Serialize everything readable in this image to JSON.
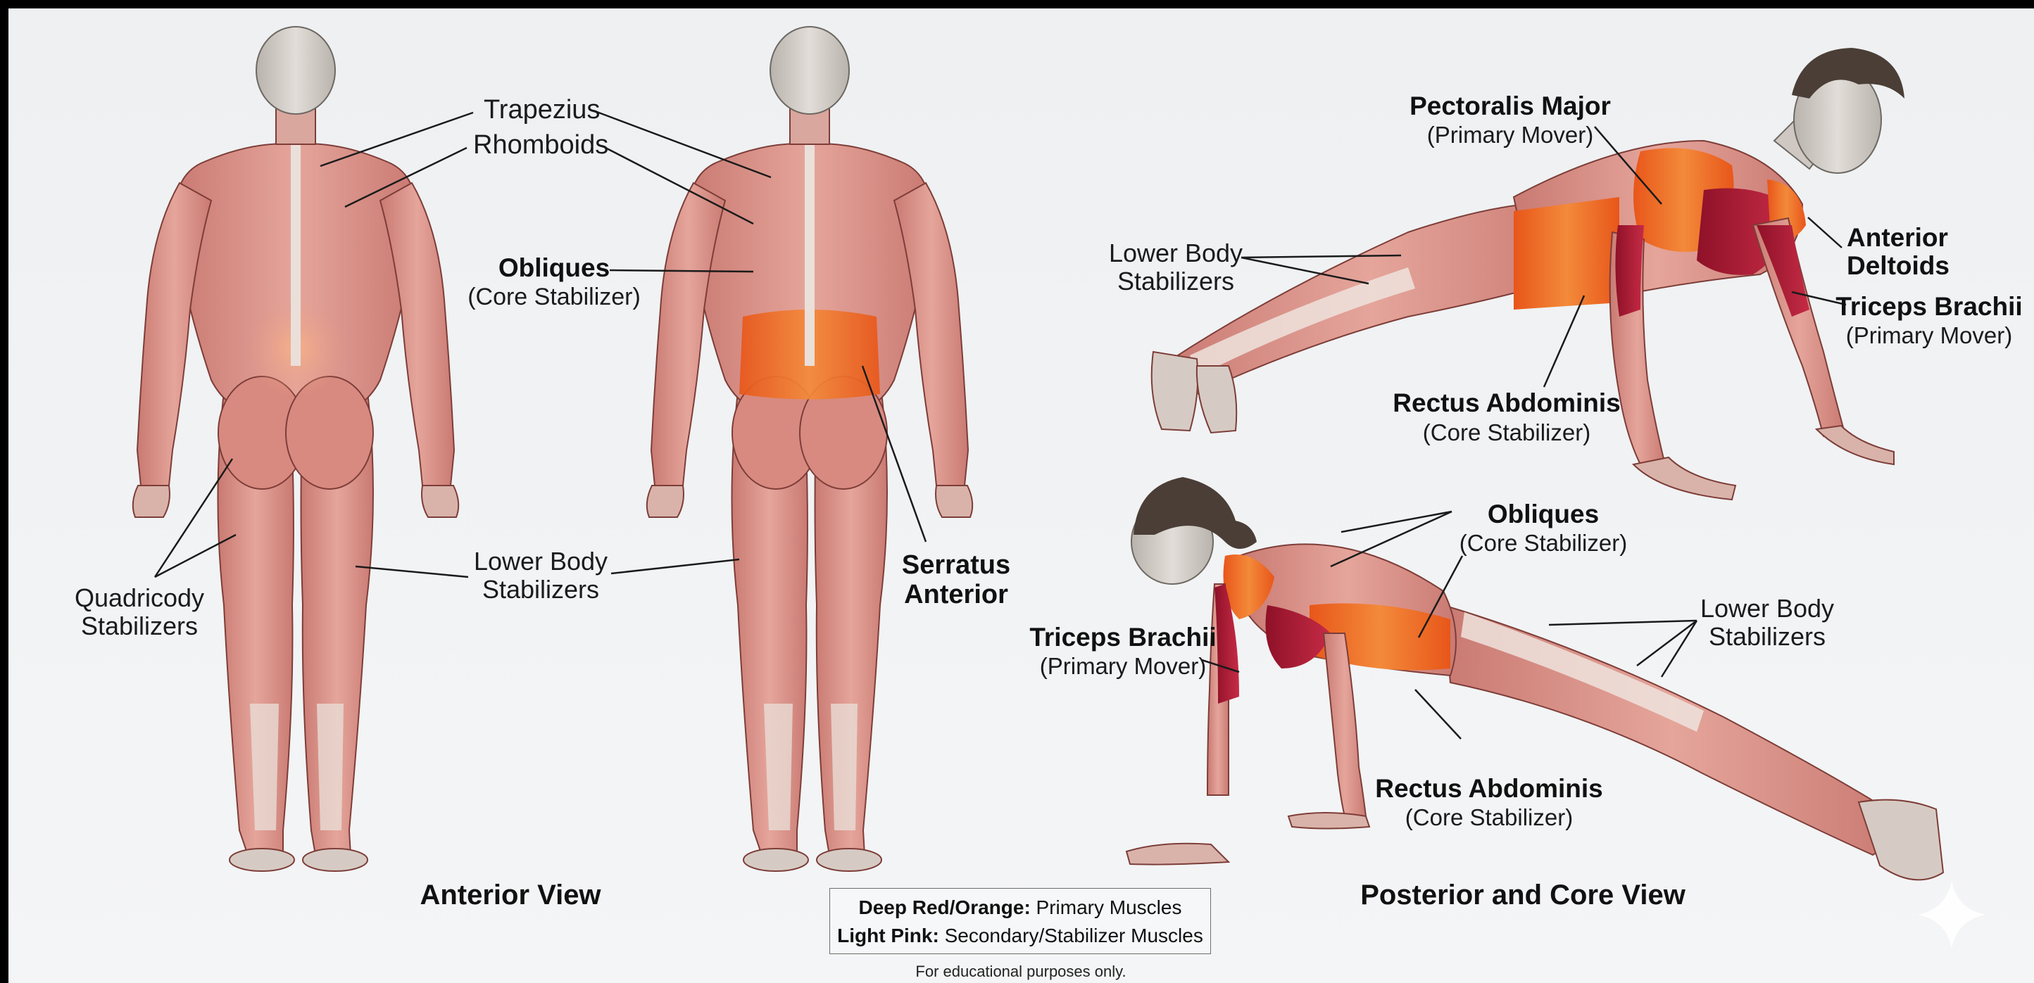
{
  "colors": {
    "background": "#eef0f2",
    "primary_muscle": "#e8661f",
    "primary_muscle_dark": "#a3182f",
    "secondary_muscle": "#d9968e",
    "tendon": "#e9e2dc",
    "skin_head": "#d9d4cf",
    "hair": "#4a3e36",
    "leader_line": "#1b1b1b"
  },
  "figures": {
    "back_view_left": {
      "labels": {
        "trapezius": "Trapezius",
        "rhomboids": "Rhomboids",
        "quadricody_1": "Quadricody",
        "quadricody_2": "Stabilizers",
        "lower_body_1": "Lower Body",
        "lower_body_2": "Stabilizers"
      }
    },
    "back_view_right": {
      "labels": {
        "obliques": "Obliques",
        "obliques_sub": "(Core Stabilizer)",
        "serratus_1": "Serratus",
        "serratus_2": "Anterior"
      }
    },
    "pushup_top": {
      "labels": {
        "pectoralis": "Pectoralis Major",
        "pectoralis_sub": "(Primary Mover)",
        "lower_body_1": "Lower Body",
        "lower_body_2": "Stabilizers",
        "deltoids_1": "Anterior",
        "deltoids_2": "Deltoids",
        "triceps": "Triceps Brachii",
        "triceps_sub": "(Primary Mover)",
        "rectus": "Rectus Abdominis",
        "rectus_sub": "(Core Stabilizer)"
      }
    },
    "pushup_bottom": {
      "labels": {
        "obliques": "Obliques",
        "obliques_sub": "(Core Stabilizer)",
        "triceps": "Triceps Brachii",
        "triceps_sub": "(Primary Mover)",
        "lower_body_1": "Lower Body",
        "lower_body_2": "Stabilizers",
        "rectus": "Rectus Abdominis",
        "rectus_sub": "(Core Stabilizer)"
      }
    }
  },
  "captions": {
    "anterior_view": "Anterior View",
    "posterior_core_view": "Posterior and Core View"
  },
  "legend": {
    "primary_key": "Deep Red/Orange:",
    "primary_value": " Primary Muscles",
    "secondary_key": "Light Pink:",
    "secondary_value": " Secondary/Stabilizer Muscles"
  },
  "footer": {
    "note": "For educational purposes only."
  },
  "icons": {
    "sparkle": "sparkle-icon"
  }
}
